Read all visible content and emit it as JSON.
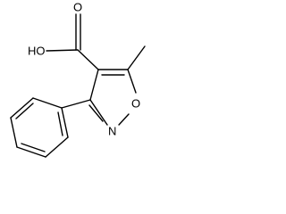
{
  "molecule": {
    "atom_labels": {
      "hydroxyl": "HO",
      "carbonyl_oxygen": "O",
      "ring_oxygen": "O",
      "ring_nitrogen": "N"
    },
    "colors": {
      "bond": "#000000",
      "label": "#000000",
      "background": "#ffffff"
    }
  }
}
